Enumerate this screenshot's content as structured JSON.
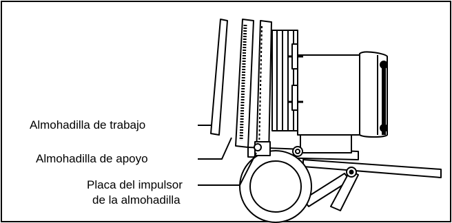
{
  "labels": {
    "work_pad": "Almohadilla de trabajo",
    "backing_pad": "Almohadilla de apoyo",
    "driver_plate_line1": "Placa del impulsor",
    "driver_plate_line2": "de la almohadilla"
  }
}
